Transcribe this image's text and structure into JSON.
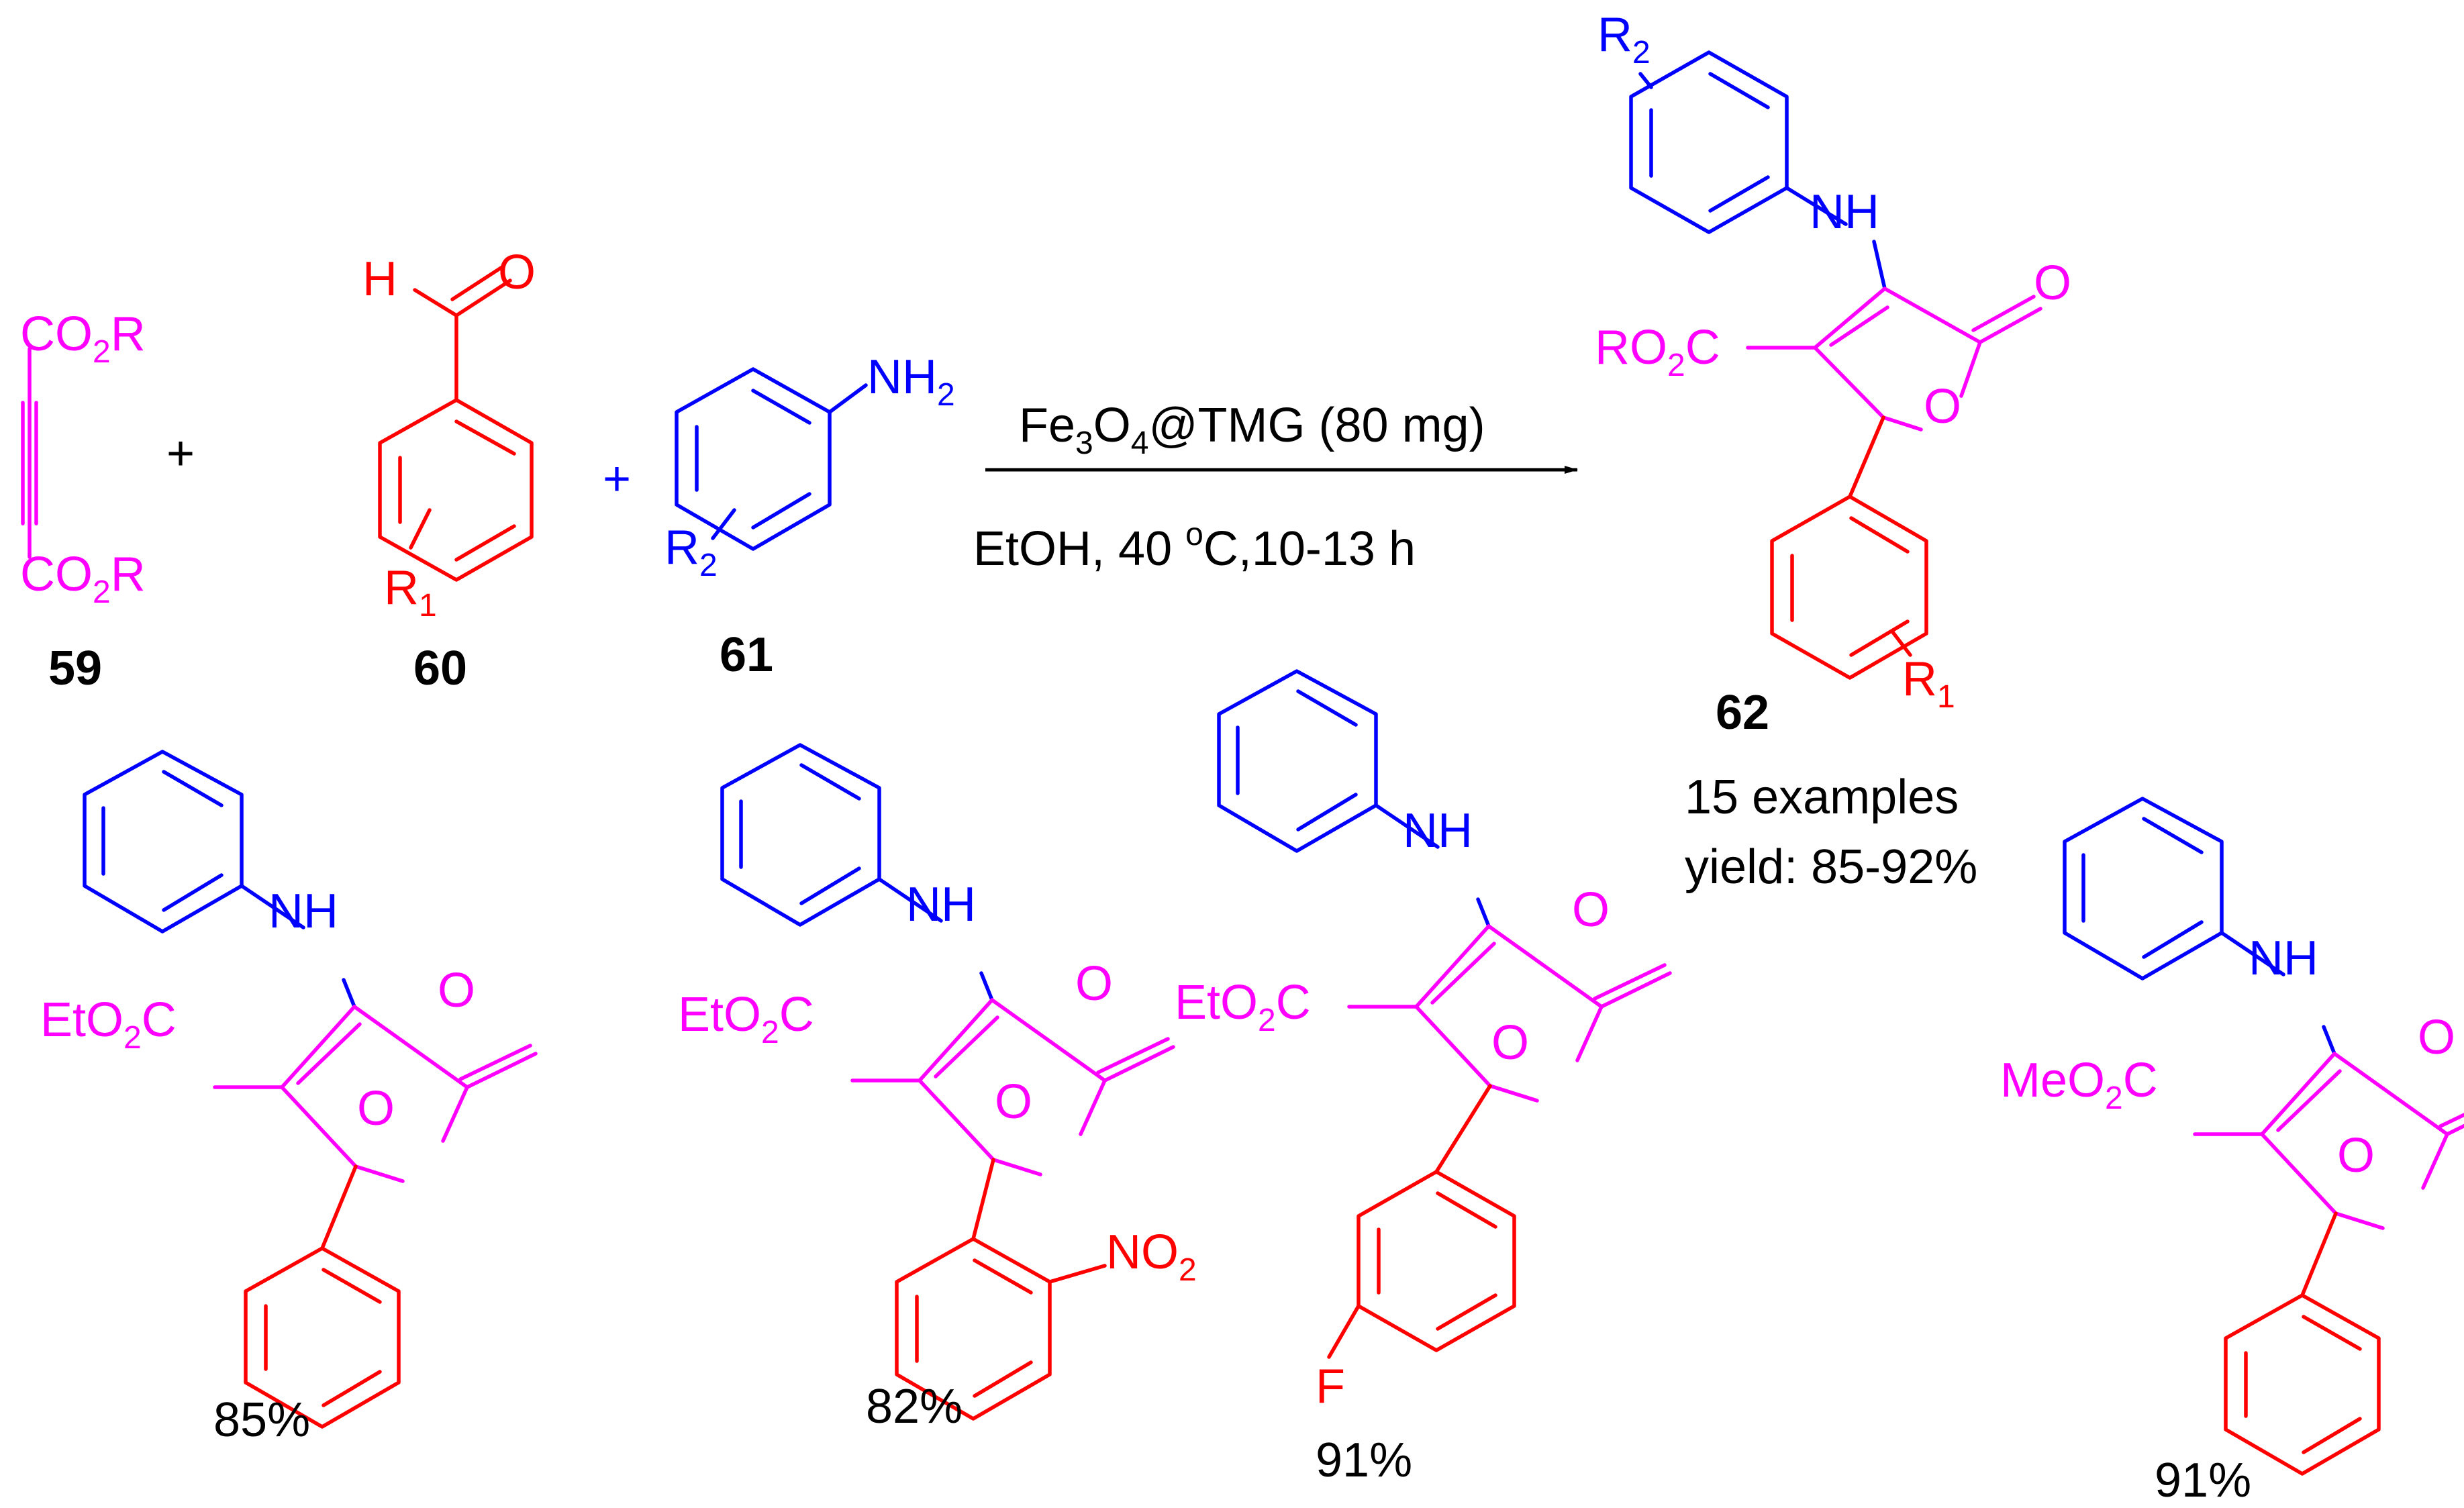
{
  "colors": {
    "alkyne": "#ff00ff",
    "aldehyde": "#ff0000",
    "amine": "#0000ff",
    "text": "#000000"
  },
  "reactants": {
    "r59": {
      "label": "59",
      "top_group": "CO",
      "top_sub": "2",
      "top_tail": "R",
      "bottom_group": "CO",
      "bottom_sub": "2",
      "bottom_tail": "R"
    },
    "r60": {
      "label": "60",
      "h": "H",
      "o": "O",
      "sub_r": "R",
      "sub_r_idx": "1"
    },
    "r61": {
      "label": "61",
      "nh": "NH",
      "nh_sub": "2",
      "sub_r": "R",
      "sub_r_idx": "2"
    },
    "plus": "+"
  },
  "conditions": {
    "above_a": "Fe",
    "above_a_sub": "3",
    "above_b": "O",
    "above_b_sub": "4",
    "above_c": "@TMG (80 mg)",
    "below_a": "EtOH, 40 ",
    "below_sup": "o",
    "below_b": "C,10-13 h"
  },
  "product": {
    "label": "62",
    "r2": "R",
    "r2_idx": "2",
    "nh": "NH",
    "o_carbonyl": "O",
    "ester_a": "RO",
    "ester_sub": "2",
    "ester_b": "C",
    "o_ring": "O",
    "r1": "R",
    "r1_idx": "1",
    "examples": "15 examples",
    "yield": "yield: 85-92%"
  },
  "examples": [
    {
      "nh": "NH",
      "o_carbonyl": "O",
      "ester_a": "EtO",
      "ester_sub": "2",
      "ester_b": "C",
      "o_ring": "O",
      "yield": "85%"
    },
    {
      "nh": "NH",
      "o_carbonyl": "O",
      "ester_a": "EtO",
      "ester_sub": "2",
      "ester_b": "C",
      "o_ring": "O",
      "no2_a": "NO",
      "no2_sub": "2",
      "yield": "82%"
    },
    {
      "nh": "NH",
      "o_carbonyl": "O",
      "ester_a": "EtO",
      "ester_sub": "2",
      "ester_b": "C",
      "o_ring": "O",
      "f": "F",
      "yield": "91%"
    },
    {
      "nh": "NH",
      "o_carbonyl": "O",
      "ester_a": "MeO",
      "ester_sub": "2",
      "ester_b": "C",
      "o_ring": "O",
      "yield": "91%"
    }
  ]
}
